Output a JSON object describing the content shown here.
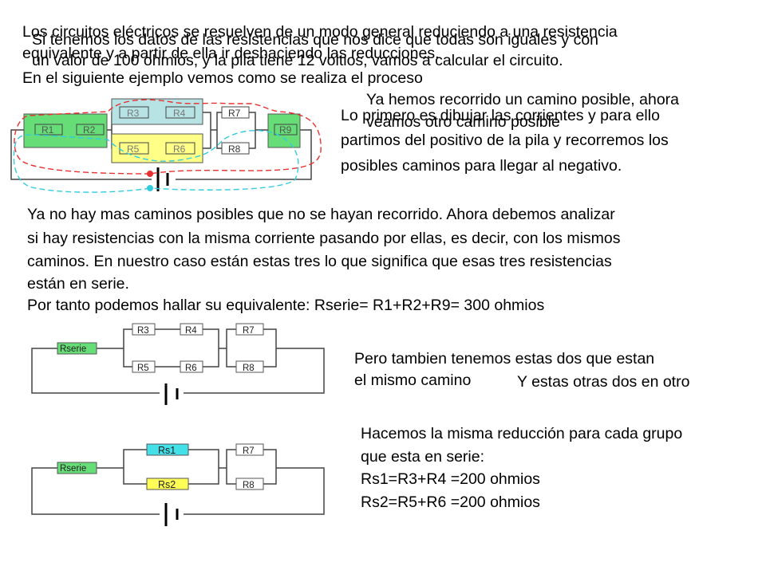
{
  "texts": {
    "intro_1": "Los circuitos eléctricos se resuelven de un modo general reduciendo a una resistencia",
    "intro_2": "equivalente y a partir de ella ir deshaciendo las reducciones.",
    "intro_3": "En el siguiente ejemplo vemos como se realiza el proceso",
    "overlay_1": "Si tenemos los datos de las resistencias que nos dice que todas son iguales y con",
    "overlay_2": "un valor de 100 ohmios, y la pila tiene 12 voltios,  vamos a calcular el circuito.",
    "path_1": "Ya hemos recorrido un camino posible, ahora",
    "path_2": "veamos otro camino posible",
    "draw_1": "Lo primero es dibujar las corrientes y para ello",
    "draw_2": "partimos del positivo de la pila y recorremos los",
    "draw_3": "posibles caminos para llegar al negativo.",
    "analysis_1": "Ya no hay mas caminos posibles que no se hayan recorrido. Ahora debemos analizar",
    "analysis_2": "si hay resistencias con la misma corriente pasando por ellas, es decir, con los mismos",
    "analysis_3": "caminos. En nuestro caso están estas tres lo que significa que esas tres resistencias",
    "analysis_4": "están en serie.",
    "analysis_5": "Por tanto podemos hallar su equivalente: Rserie= R1+R2+R9= 300 ohmios",
    "same_path_1": "Pero tambien tenemos estas dos que estan",
    "same_path_2": "el mismo camino",
    "other_two": "Y estas otras dos en otro",
    "reduce_1": "Hacemos la misma reducción para cada grupo",
    "reduce_2": "que esta en serie:",
    "rs1_eq": "Rs1=R3+R4 =200 ohmios",
    "rs2_eq": "Rs2=R5+R6 =200 ohmios"
  },
  "diagram1": {
    "labels": {
      "r1": "R1",
      "r2": "R2",
      "r3": "R3",
      "r4": "R4",
      "r5": "R5",
      "r6": "R6",
      "r7": "R7",
      "r8": "R8",
      "r9": "R9"
    },
    "colors": {
      "green_box": "#66dd77",
      "blue_box": "#b7e3e4",
      "yellow_box": "#ffff88",
      "red_path": "#e83030",
      "cyan_path": "#33ccdd"
    }
  },
  "diagram2": {
    "labels": {
      "rserie": "Rserie",
      "r3": "R3",
      "r4": "R4",
      "r5": "R5",
      "r6": "R6",
      "r7": "R7",
      "r8": "R8"
    },
    "colors": {
      "rserie_fill": "#66dd77"
    }
  },
  "diagram3": {
    "labels": {
      "rserie": "Rserie",
      "rs1": "Rs1",
      "rs2": "Rs2",
      "r7": "R7",
      "r8": "R8"
    },
    "colors": {
      "rserie_fill": "#66dd77",
      "rs1_fill": "#44e0e8",
      "rs2_fill": "#ffff55"
    }
  }
}
